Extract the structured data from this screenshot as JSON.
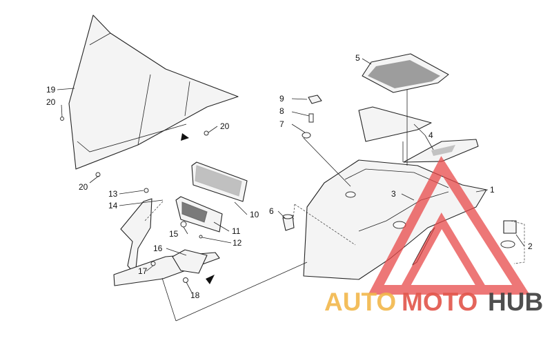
{
  "callouts": {
    "c1": "1",
    "c2": "2",
    "c3": "3",
    "c4": "4",
    "c5": "5",
    "c6": "6",
    "c7": "7",
    "c8": "8",
    "c9": "9",
    "c10": "10",
    "c11": "11",
    "c12": "12",
    "c13": "13",
    "c14": "14",
    "c15": "15",
    "c16": "16",
    "c17": "17",
    "c18": "18",
    "c19": "19",
    "c20a": "20",
    "c20b": "20",
    "c20c": "20"
  },
  "watermark": {
    "part1": "AUTO",
    "part2": "MOTO",
    "part3": "HUB",
    "colors": {
      "auto": "#f2b84b",
      "moto": "#e2554a",
      "hub": "#3d3d3d",
      "triangle": "#e84a4a"
    }
  }
}
